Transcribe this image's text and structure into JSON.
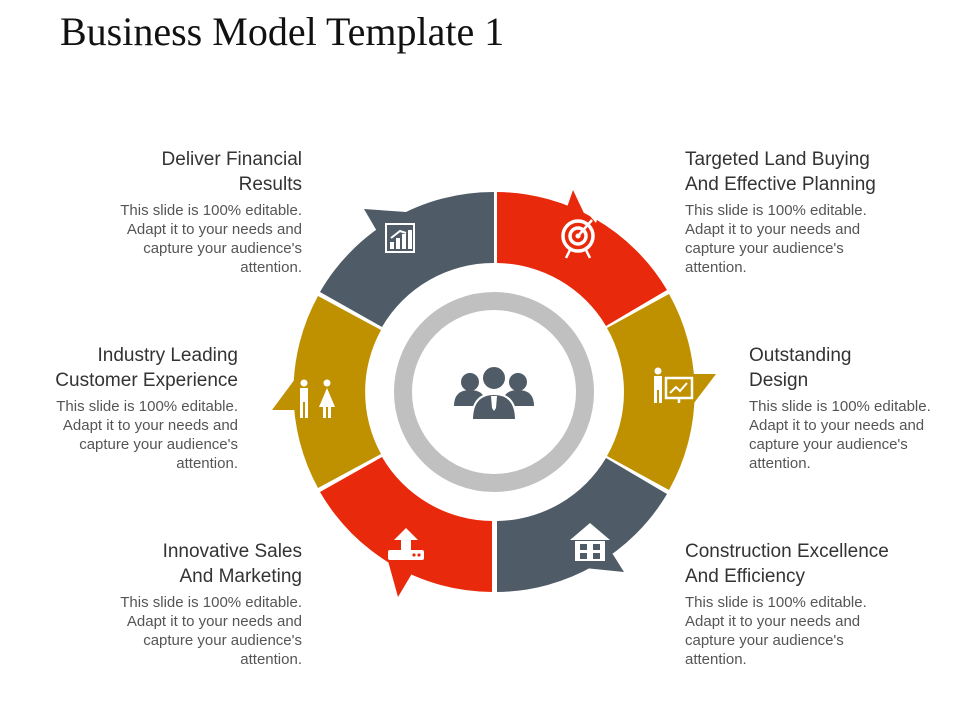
{
  "title": "Business Model Template 1",
  "colors": {
    "red": "#e8290b",
    "gold": "#bf9000",
    "slate": "#4f5b66",
    "ring": "#c0c0c0",
    "icon_white": "#ffffff",
    "center_icon": "#4f5b66"
  },
  "center": {
    "icon": "team-icon"
  },
  "items": [
    {
      "id": "tl",
      "heading": "Deliver Financial Results",
      "heading_lines": [
        "Deliver Financial",
        "Results"
      ],
      "description_lines": [
        "This slide is 100% editable.",
        "Adapt it to your needs and",
        "capture your audience's",
        "attention."
      ],
      "icon": "growth-chart-icon",
      "color": "slate"
    },
    {
      "id": "tr",
      "heading": "Targeted Land Buying And Effective Planning",
      "heading_lines": [
        "Targeted Land Buying",
        "And Effective Planning"
      ],
      "description_lines": [
        "This slide is 100% editable.",
        "Adapt it to your needs and",
        "capture your audience's",
        "attention."
      ],
      "icon": "target-icon",
      "color": "red"
    },
    {
      "id": "mr",
      "heading": "Outstanding Design",
      "heading_lines": [
        "Outstanding",
        "Design"
      ],
      "description_lines": [
        "This slide is 100% editable.",
        "Adapt it to your needs and",
        "capture your audience's",
        "attention."
      ],
      "icon": "presenter-icon",
      "color": "gold"
    },
    {
      "id": "br",
      "heading": "Construction Excellence And Efficiency",
      "heading_lines": [
        "Construction Excellence",
        "And Efficiency"
      ],
      "description_lines": [
        "This slide is 100% editable.",
        "Adapt it to your needs and",
        "capture your audience's",
        "attention."
      ],
      "icon": "house-icon",
      "color": "slate"
    },
    {
      "id": "bl",
      "heading": "Innovative Sales And Marketing",
      "heading_lines": [
        "Innovative Sales",
        "And Marketing"
      ],
      "description_lines": [
        "This slide is 100% editable.",
        "Adapt it to your needs and",
        "capture your audience's",
        "attention."
      ],
      "icon": "upload-tray-icon",
      "color": "red"
    },
    {
      "id": "ml",
      "heading": "Industry Leading Customer Experience",
      "heading_lines": [
        "Industry Leading",
        "Customer Experience"
      ],
      "description_lines": [
        "This slide is 100% editable.",
        "Adapt it to your needs and",
        "capture your audience's",
        "attention."
      ],
      "icon": "customers-icon",
      "color": "gold"
    }
  ]
}
